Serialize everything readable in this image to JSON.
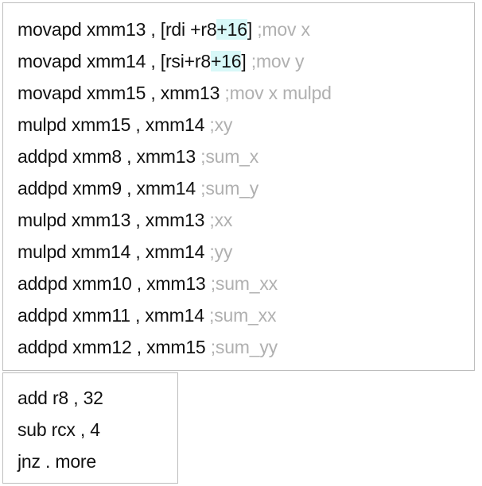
{
  "block_main": {
    "lines": [
      {
        "pre": "movapd xmm13 , [rdi +r8",
        "hl": "+16",
        "post": "] ",
        "comment": ";mov x"
      },
      {
        "pre": "movapd xmm14 , [rsi+r8",
        "hl": "+16",
        "post": "] ",
        "comment": ";mov y"
      },
      {
        "pre": "movapd xmm15 , xmm13 ",
        "hl": "",
        "post": "",
        "comment": ";mov x mulpd"
      },
      {
        "pre": "mulpd xmm15 , xmm14 ",
        "hl": "",
        "post": "",
        "comment": ";xy"
      },
      {
        "pre": "addpd xmm8 , xmm13 ",
        "hl": "",
        "post": "",
        "comment": ";sum_x"
      },
      {
        "pre": "addpd xmm9 , xmm14 ",
        "hl": "",
        "post": "",
        "comment": ";sum_y"
      },
      {
        "pre": "mulpd xmm13 , xmm13 ",
        "hl": "",
        "post": "",
        "comment": ";xx"
      },
      {
        "pre": "mulpd xmm14 , xmm14 ",
        "hl": "",
        "post": "",
        "comment": ";yy"
      },
      {
        "pre": "addpd xmm10 , xmm13 ",
        "hl": "",
        "post": "",
        "comment": ";sum_xx"
      },
      {
        "pre": "addpd xmm11 , xmm14 ",
        "hl": "",
        "post": "",
        "comment": ";sum_xx"
      },
      {
        "pre": "addpd xmm12 , xmm15 ",
        "hl": "",
        "post": "",
        "comment": ";sum_yy"
      }
    ]
  },
  "block_loop": {
    "lines": [
      {
        "pre": "add r8 , 32",
        "hl": "",
        "post": "",
        "comment": ""
      },
      {
        "pre": "sub rcx , 4",
        "hl": "",
        "post": "",
        "comment": ""
      },
      {
        "pre": "jnz . more",
        "hl": "",
        "post": "",
        "comment": ""
      }
    ]
  },
  "colors": {
    "text": "#111111",
    "comment": "#b0b0b0",
    "highlight": "#d8f8f8",
    "border": "#bdbdbd"
  }
}
